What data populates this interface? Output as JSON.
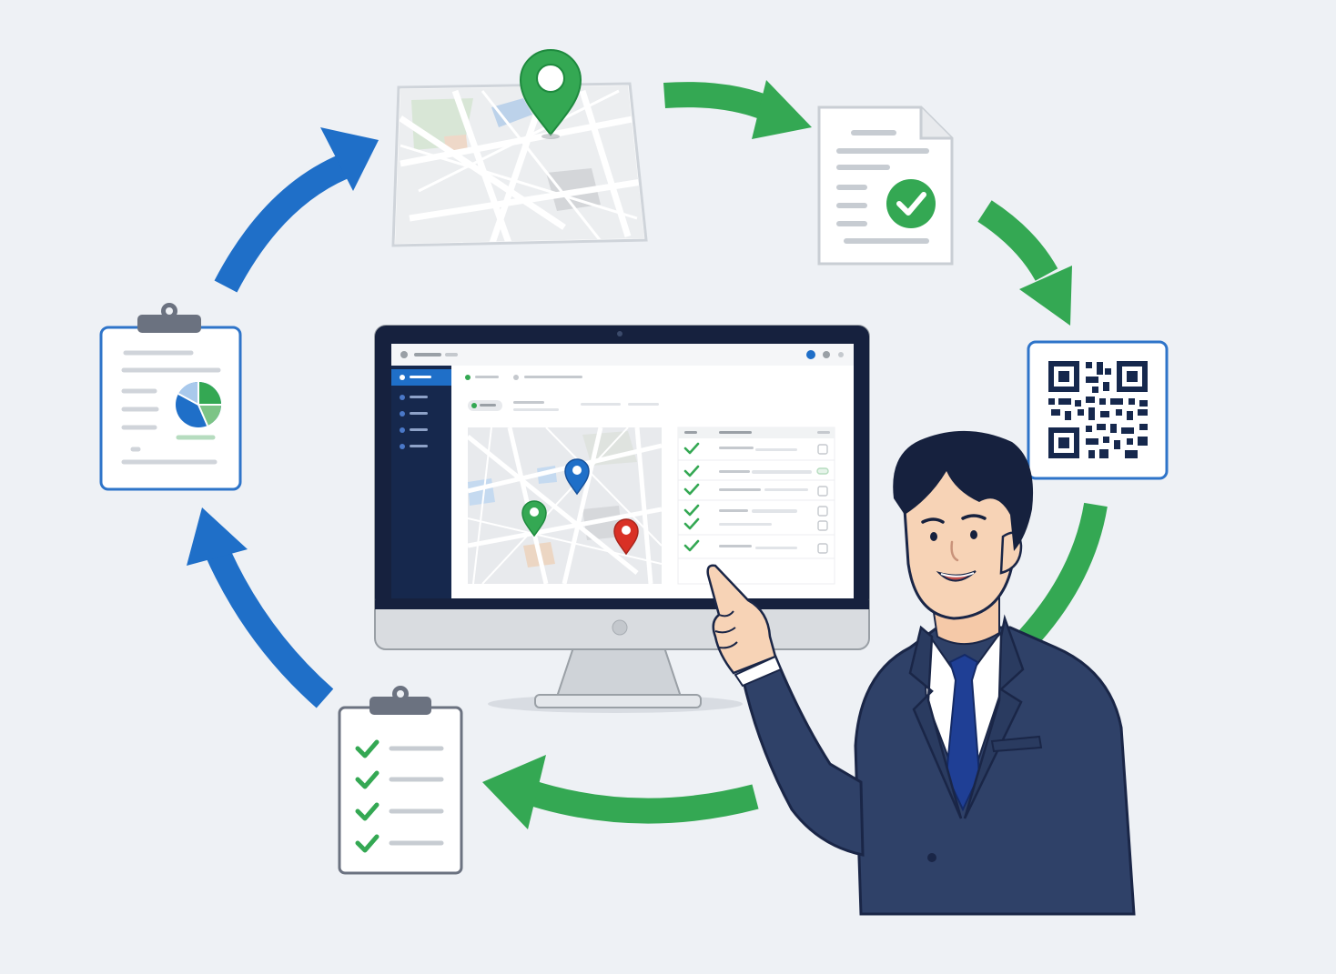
{
  "colors": {
    "background": "#eef1f5",
    "green_accent": "#34a853",
    "blue_accent": "#1f6fc8",
    "navy": "#16284d",
    "red_pin": "#d93025",
    "suit": "#2f4168",
    "tie": "#1f3f95"
  },
  "cycle_steps": [
    {
      "icon": "map-pin-icon",
      "name": "map-location"
    },
    {
      "icon": "document-check-icon",
      "name": "verified-document"
    },
    {
      "icon": "qr-code-icon",
      "name": "qr-code"
    },
    {
      "icon": "checklist-clipboard-icon",
      "name": "checklist"
    },
    {
      "icon": "report-clipboard-icon",
      "name": "report-pie-chart"
    }
  ],
  "cycle_arrows": [
    {
      "from": "map-location",
      "to": "verified-document",
      "color": "green"
    },
    {
      "from": "verified-document",
      "to": "qr-code",
      "color": "green"
    },
    {
      "from": "qr-code",
      "to": "checklist",
      "color": "green"
    },
    {
      "from": "checklist",
      "to": "report-pie-chart",
      "color": "blue"
    },
    {
      "from": "report-pie-chart",
      "to": "map-location",
      "color": "blue"
    }
  ],
  "center": {
    "device": "desktop-monitor",
    "screen_content": [
      "sidebar-navigation",
      "map-with-pins",
      "task-checklist-table"
    ],
    "map_pins": [
      "blue",
      "green",
      "red"
    ],
    "checklist_rows_checked": 6
  },
  "person": {
    "role": "presenter",
    "pose": "pointing-at-screen"
  }
}
